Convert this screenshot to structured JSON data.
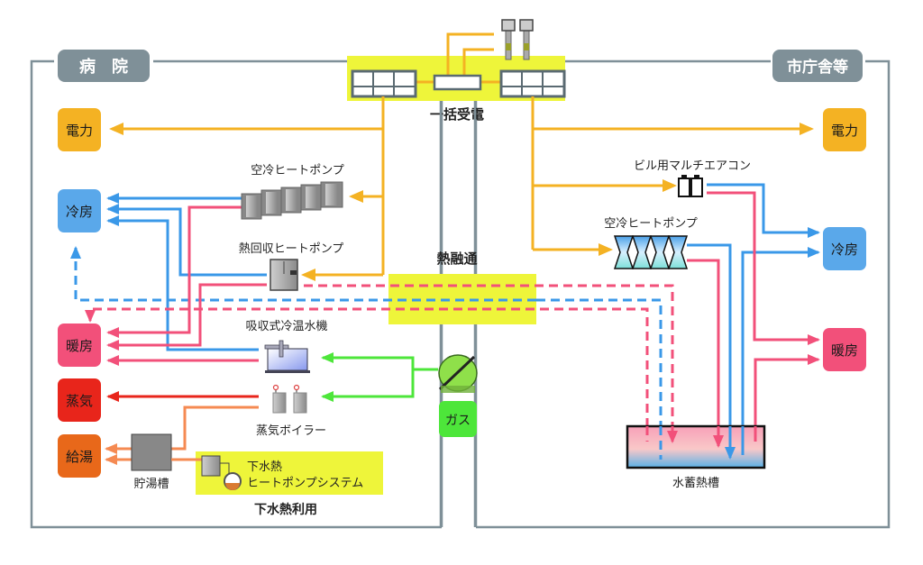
{
  "colors": {
    "electric": "#f4b223",
    "cooling": "#3a98e8",
    "heating": "#f2507a",
    "steam": "#e8251b",
    "hotwater": "#f58a52",
    "gas": "#4de63a",
    "frame": "#7f9098",
    "highlight": "#eef53a"
  },
  "facilities": {
    "hospital": "病　院",
    "city_hall": "市庁舎等"
  },
  "center": {
    "bulk_power": "一括受電",
    "heat_sharing": "熱融通",
    "gas": "ガス"
  },
  "hospital": {
    "outputs": {
      "power": "電力",
      "cooling": "冷房",
      "heating": "暖房",
      "steam": "蒸気",
      "hot_water": "給湯"
    },
    "equipment": {
      "air_cooled_hp": "空冷ヒートポンプ",
      "heat_recovery_hp": "熱回収ヒートポンプ",
      "absorption_chiller": "吸収式冷温水機",
      "steam_boiler": "蒸気ボイラー",
      "hot_water_tank": "貯湯槽",
      "sewage_hp_line1": "下水熱",
      "sewage_hp_line2": "ヒートポンプシステム",
      "sewage_heat_use": "下水熱利用"
    }
  },
  "city_hall": {
    "outputs": {
      "power": "電力",
      "cooling": "冷房",
      "heating": "暖房"
    },
    "equipment": {
      "multi_aircon": "ビル用マルチエアコン",
      "air_cooled_hp": "空冷ヒートポンプ",
      "thermal_storage": "水蓄熱槽"
    }
  }
}
